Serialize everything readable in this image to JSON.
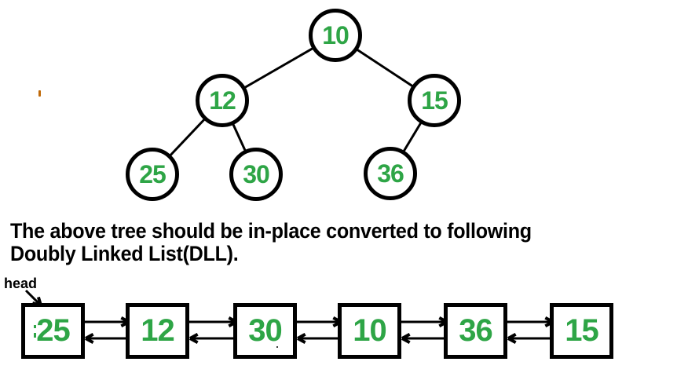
{
  "caption": {
    "line1": "The above tree should be in-place converted to following",
    "line2": "Doubly Linked List(DLL)."
  },
  "head_label": "head",
  "tree": {
    "nodes": [
      {
        "id": "n10",
        "value": "10"
      },
      {
        "id": "n12",
        "value": "12"
      },
      {
        "id": "n15",
        "value": "15"
      },
      {
        "id": "n25",
        "value": "25"
      },
      {
        "id": "n30",
        "value": "30"
      },
      {
        "id": "n36",
        "value": "36"
      }
    ],
    "edges": [
      [
        "n10",
        "n12"
      ],
      [
        "n10",
        "n15"
      ],
      [
        "n12",
        "n25"
      ],
      [
        "n12",
        "n30"
      ],
      [
        "n15",
        "n36"
      ]
    ]
  },
  "dll": {
    "values": [
      "25",
      "12",
      "30",
      "10",
      "36",
      "15"
    ],
    "link_style": "doubly-linked"
  },
  "colors": {
    "value_green": "#2EA546",
    "line_black": "#000000",
    "artifact_orange": "#C06A0A",
    "artifact_gray": "#3A3A3A"
  }
}
